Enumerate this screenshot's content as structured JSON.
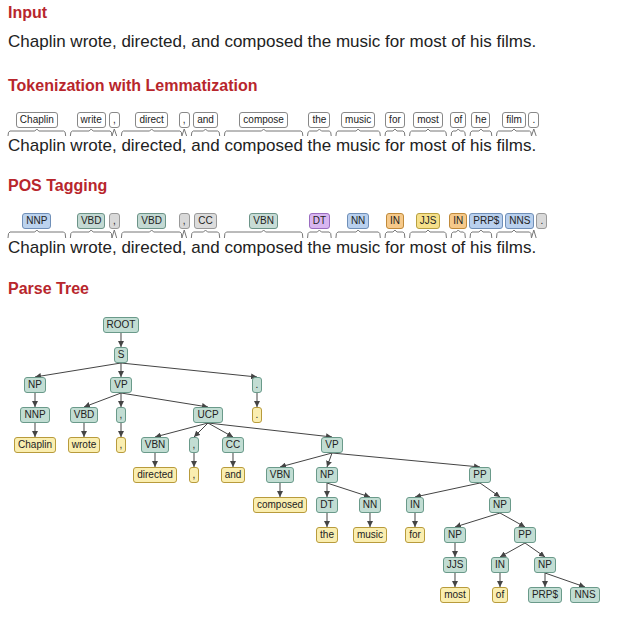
{
  "diagram": {
    "nodes": [
      {
        "text": [
          "Chaplin"
        ]
      },
      {
        "text": [
          "write"
        ]
      },
      {
        "text": [
          ","
        ]
      },
      {
        "text": [
          "direct"
        ]
      },
      {
        "text": [
          ","
        ]
      },
      {
        "text": [
          "and"
        ]
      },
      {
        "text": [
          "compose"
        ]
      },
      {
        "text": [
          "the"
        ]
      },
      {
        "text": [
          "music"
        ]
      },
      {
        "text": [
          "for"
        ]
      },
      {
        "text": [
          "most"
        ]
      },
      {
        "text": [
          "of"
        ]
      },
      {
        "text": [
          "he"
        ]
      },
      {
        "text": [
          "film"
        ]
      },
      {
        "text": [
          "."
        ]
      },
      {
        "text": [
          "NNP"
        ]
      },
      {
        "text": [
          "VBD"
        ]
      },
      {
        "text": [
          ","
        ]
      },
      {
        "text": [
          "VBD"
        ]
      },
      {
        "text": [
          ","
        ]
      },
      {
        "text": [
          "CC"
        ]
      },
      {
        "text": [
          "VBN"
        ]
      },
      {
        "text": [
          "DT"
        ]
      },
      {
        "text": [
          "NN"
        ]
      },
      {
        "text": [
          "IN"
        ]
      },
      {
        "text": [
          "JJS"
        ]
      },
      {
        "text": [
          "IN"
        ]
      },
      {
        "text": [
          "PRP$"
        ]
      },
      {
        "text": [
          "NNS"
        ]
      },
      {
        "text": [
          "."
        ]
      },
      {
        "text": [
          "ROOT"
        ]
      },
      {
        "text": [
          "S"
        ]
      },
      {
        "text": [
          "NP"
        ]
      },
      {
        "text": [
          "VP"
        ]
      },
      {
        "text": [
          "."
        ]
      },
      {
        "text": [
          "NNP"
        ]
      },
      {
        "text": [
          "VBD"
        ]
      },
      {
        "text": [
          ","
        ]
      },
      {
        "text": [
          "UCP"
        ]
      },
      {
        "text": [
          "."
        ]
      },
      {
        "text": [
          "Chaplin"
        ]
      },
      {
        "text": [
          "wrote"
        ]
      },
      {
        "text": [
          ","
        ]
      },
      {
        "text": [
          "VBN"
        ]
      },
      {
        "text": [
          ","
        ]
      },
      {
        "text": [
          "CC"
        ]
      },
      {
        "text": [
          "VP"
        ]
      },
      {
        "text": [
          "directed"
        ]
      },
      {
        "text": [
          ","
        ]
      },
      {
        "text": [
          "and"
        ]
      },
      {
        "text": [
          "VBN"
        ]
      },
      {
        "text": [
          "NP"
        ]
      },
      {
        "text": [
          "PP"
        ]
      },
      {
        "text": [
          "composed"
        ]
      },
      {
        "text": [
          "DT"
        ]
      },
      {
        "text": [
          "NN"
        ]
      },
      {
        "text": [
          "IN"
        ]
      },
      {
        "text": [
          "NP"
        ]
      },
      {
        "text": [
          "the"
        ]
      },
      {
        "text": [
          "music"
        ]
      },
      {
        "text": [
          "for"
        ]
      },
      {
        "text": [
          "NP"
        ]
      },
      {
        "text": [
          "PP"
        ]
      },
      {
        "text": [
          "JJS"
        ]
      },
      {
        "text": [
          "IN"
        ]
      },
      {
        "text": [
          "NP"
        ]
      },
      {
        "text": [
          "most"
        ]
      },
      {
        "text": [
          "of"
        ]
      },
      {
        "text": [
          "PRP$"
        ]
      },
      {
        "text": [
          "NNS"
        ]
      }
    ],
    "edges": [
      {
        "from": 30,
        "to": 31,
        "arrow": "to"
      },
      {
        "from": 31,
        "to": 32,
        "arrow": "to"
      },
      {
        "from": 31,
        "to": 33,
        "arrow": "to"
      },
      {
        "from": 31,
        "to": 34,
        "arrow": "to"
      },
      {
        "from": 32,
        "to": 35,
        "arrow": "to"
      },
      {
        "from": 33,
        "to": 36,
        "arrow": "to"
      },
      {
        "from": 33,
        "to": 37,
        "arrow": "to"
      },
      {
        "from": 33,
        "to": 38,
        "arrow": "to"
      },
      {
        "from": 34,
        "to": 39,
        "arrow": "to"
      },
      {
        "from": 35,
        "to": 40,
        "arrow": "to"
      },
      {
        "from": 36,
        "to": 41,
        "arrow": "to"
      },
      {
        "from": 37,
        "to": 42,
        "arrow": "to"
      },
      {
        "from": 38,
        "to": 43,
        "arrow": "to"
      },
      {
        "from": 38,
        "to": 44,
        "arrow": "to"
      },
      {
        "from": 38,
        "to": 45,
        "arrow": "to"
      },
      {
        "from": 38,
        "to": 46,
        "arrow": "to"
      },
      {
        "from": 43,
        "to": 47,
        "arrow": "to"
      },
      {
        "from": 44,
        "to": 48,
        "arrow": "to"
      },
      {
        "from": 45,
        "to": 49,
        "arrow": "to"
      },
      {
        "from": 46,
        "to": 50,
        "arrow": "to"
      },
      {
        "from": 46,
        "to": 51,
        "arrow": "to"
      },
      {
        "from": 46,
        "to": 52,
        "arrow": "to"
      },
      {
        "from": 50,
        "to": 53,
        "arrow": "to"
      },
      {
        "from": 51,
        "to": 54,
        "arrow": "to"
      },
      {
        "from": 51,
        "to": 55,
        "arrow": "to"
      },
      {
        "from": 52,
        "to": 56,
        "arrow": "to"
      },
      {
        "from": 52,
        "to": 57,
        "arrow": "to"
      },
      {
        "from": 54,
        "to": 58,
        "arrow": "to"
      },
      {
        "from": 55,
        "to": 59,
        "arrow": "to"
      },
      {
        "from": 56,
        "to": 60,
        "arrow": "to"
      },
      {
        "from": 57,
        "to": 61,
        "arrow": "to"
      },
      {
        "from": 57,
        "to": 62,
        "arrow": "to"
      },
      {
        "from": 61,
        "to": 63,
        "arrow": "to"
      },
      {
        "from": 62,
        "to": 64,
        "arrow": "to"
      },
      {
        "from": 62,
        "to": 65,
        "arrow": "to"
      },
      {
        "from": 63,
        "to": 66,
        "arrow": "to"
      },
      {
        "from": 64,
        "to": 67,
        "arrow": "to"
      },
      {
        "from": 65,
        "to": 68,
        "arrow": "to"
      },
      {
        "from": 65,
        "to": 69,
        "arrow": "to"
      }
    ],
    "labels": [
      "Input",
      "Chaplin wrote, directed, and composed the music for most of his films.",
      "Tokenization with Lemmatization",
      "Chaplin wrote, directed, and composed the music for most of his films.",
      "POS Tagging",
      "Chaplin wrote, directed, and composed the music for most of his films.",
      "Parse Tree"
    ]
  }
}
